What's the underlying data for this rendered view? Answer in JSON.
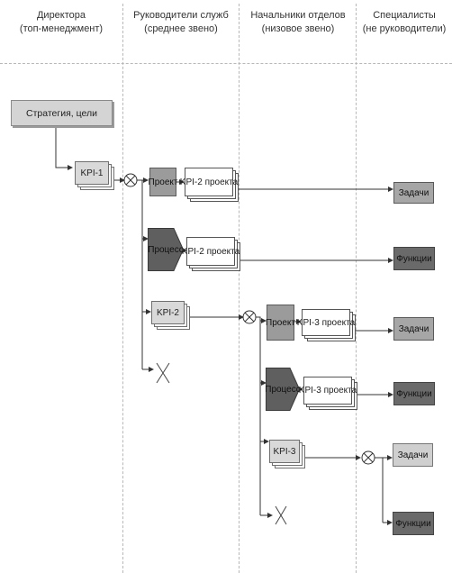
{
  "columns": [
    {
      "title": "Директора",
      "subtitle": "(топ-менеджмент)"
    },
    {
      "title": "Руководители служб",
      "subtitle": "(среднее звено)"
    },
    {
      "title": "Начальники отделов",
      "subtitle": "(низовое звено)"
    },
    {
      "title": "Специалисты",
      "subtitle": "(не руководители)"
    }
  ],
  "nodes": {
    "strategy": "Стратегия, цели",
    "kpi1": "KPI-1",
    "project1": "Проект",
    "kpi2_project_a": "KPI-2 проекта",
    "process1": "Процесс",
    "kpi2_project_b": "KPI-2 проекта",
    "kpi2": "KPI-2",
    "project2": "Проект",
    "kpi3_project_a": "KPI-3 проекта",
    "process2": "Процесс",
    "kpi3_project_b": "KPI-3 проекта",
    "kpi3": "KPI-3",
    "tasks1": "Задачи",
    "functions1": "Функции",
    "tasks2": "Задачи",
    "functions2": "Функции",
    "tasks3": "Задачи",
    "functions3": "Функции"
  },
  "colors": {
    "process_fill": "#5f5f5f",
    "line": "#333333"
  }
}
